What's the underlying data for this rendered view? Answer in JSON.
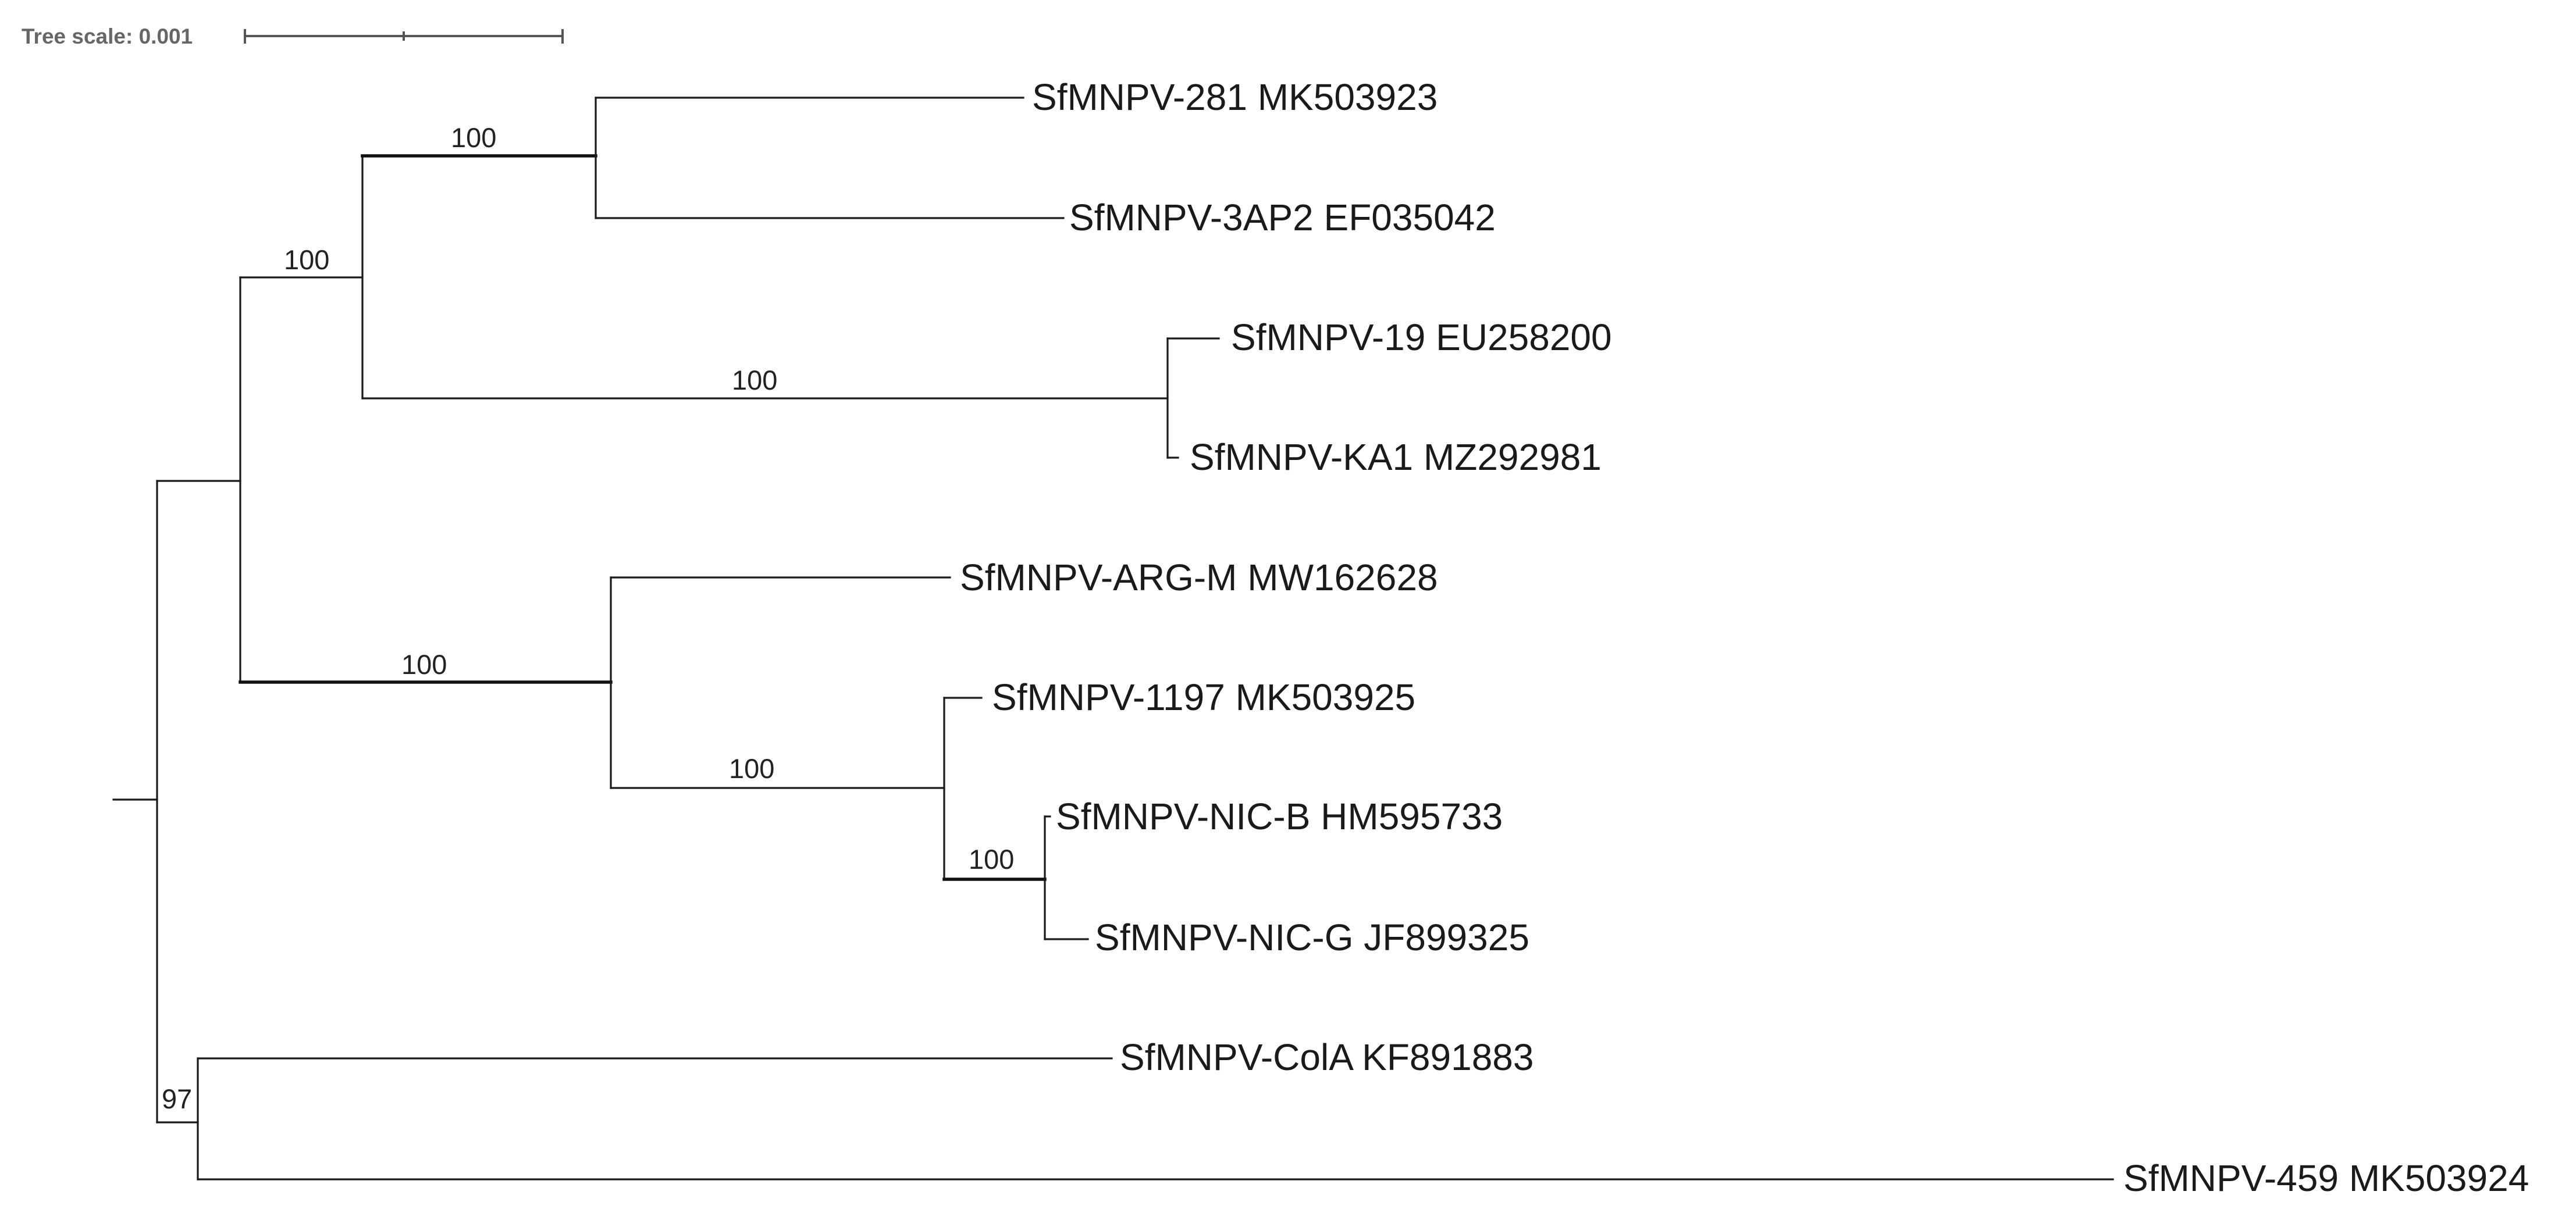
{
  "tree_scale": {
    "label": "Tree scale: 0.001"
  },
  "leaves": [
    {
      "label": "SfMNPV-281 MK503923",
      "color": "#1a1a1a"
    },
    {
      "label": "SfMNPV-3AP2 EF035042",
      "color": "#1a1a1a"
    },
    {
      "label": "SfMNPV-19 EU258200",
      "color": "#1a1a1a"
    },
    {
      "label": "SfMNPV-KA1 MZ292981",
      "color": "#22a81c"
    },
    {
      "label": "SfMNPV-ARG-M MW162628",
      "color": "#1a1a1a"
    },
    {
      "label": "SfMNPV-1197 MK503925",
      "color": "#1a1a1a"
    },
    {
      "label": "SfMNPV-NIC-B HM595733",
      "color": "#1a1a1a"
    },
    {
      "label": "SfMNPV-NIC-G JF899325",
      "color": "#1a1a1a"
    },
    {
      "label": "SfMNPV-ColA KF891883",
      "color": "#1a1a1a"
    },
    {
      "label": "SfMNPV-459 MK503924",
      "color": "#1a1a1a"
    }
  ],
  "support_values": [
    "100",
    "100",
    "100",
    "100",
    "100",
    "100",
    "97"
  ]
}
